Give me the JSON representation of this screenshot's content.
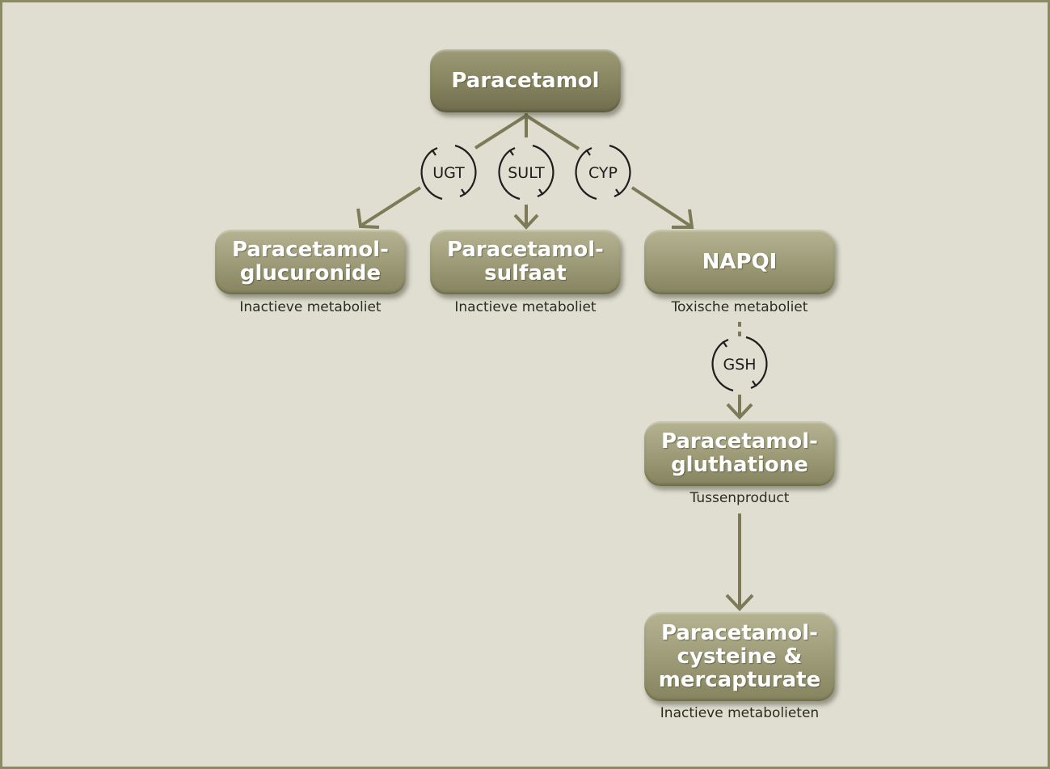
{
  "colors": {
    "node_fill": "#9c9a76",
    "node_fill_dark": "#7d7b57",
    "arrow": "#7d7b57",
    "frame_border": "#8a8a64",
    "background": "#dfded1"
  },
  "nodes": {
    "paracetamol": {
      "lines": [
        "Paracetamol"
      ]
    },
    "glucuronide": {
      "lines": [
        "Paracetamol-",
        "glucuronide"
      ],
      "caption": "Inactieve metaboliet"
    },
    "sulfaat": {
      "lines": [
        "Paracetamol-",
        "sulfaat"
      ],
      "caption": "Inactieve metaboliet"
    },
    "napqi": {
      "lines": [
        "NAPQI"
      ],
      "caption": "Toxische metaboliet"
    },
    "gluthatione": {
      "lines": [
        "Paracetamol-",
        "gluthatione"
      ],
      "caption": "Tussenproduct"
    },
    "cysteine": {
      "lines": [
        "Paracetamol-",
        "cysteine &",
        "mercapturate"
      ],
      "caption": "Inactieve metabolieten"
    }
  },
  "enzymes": {
    "ugt": "UGT",
    "sult": "SULT",
    "cyp": "CYP",
    "gsh": "GSH"
  }
}
